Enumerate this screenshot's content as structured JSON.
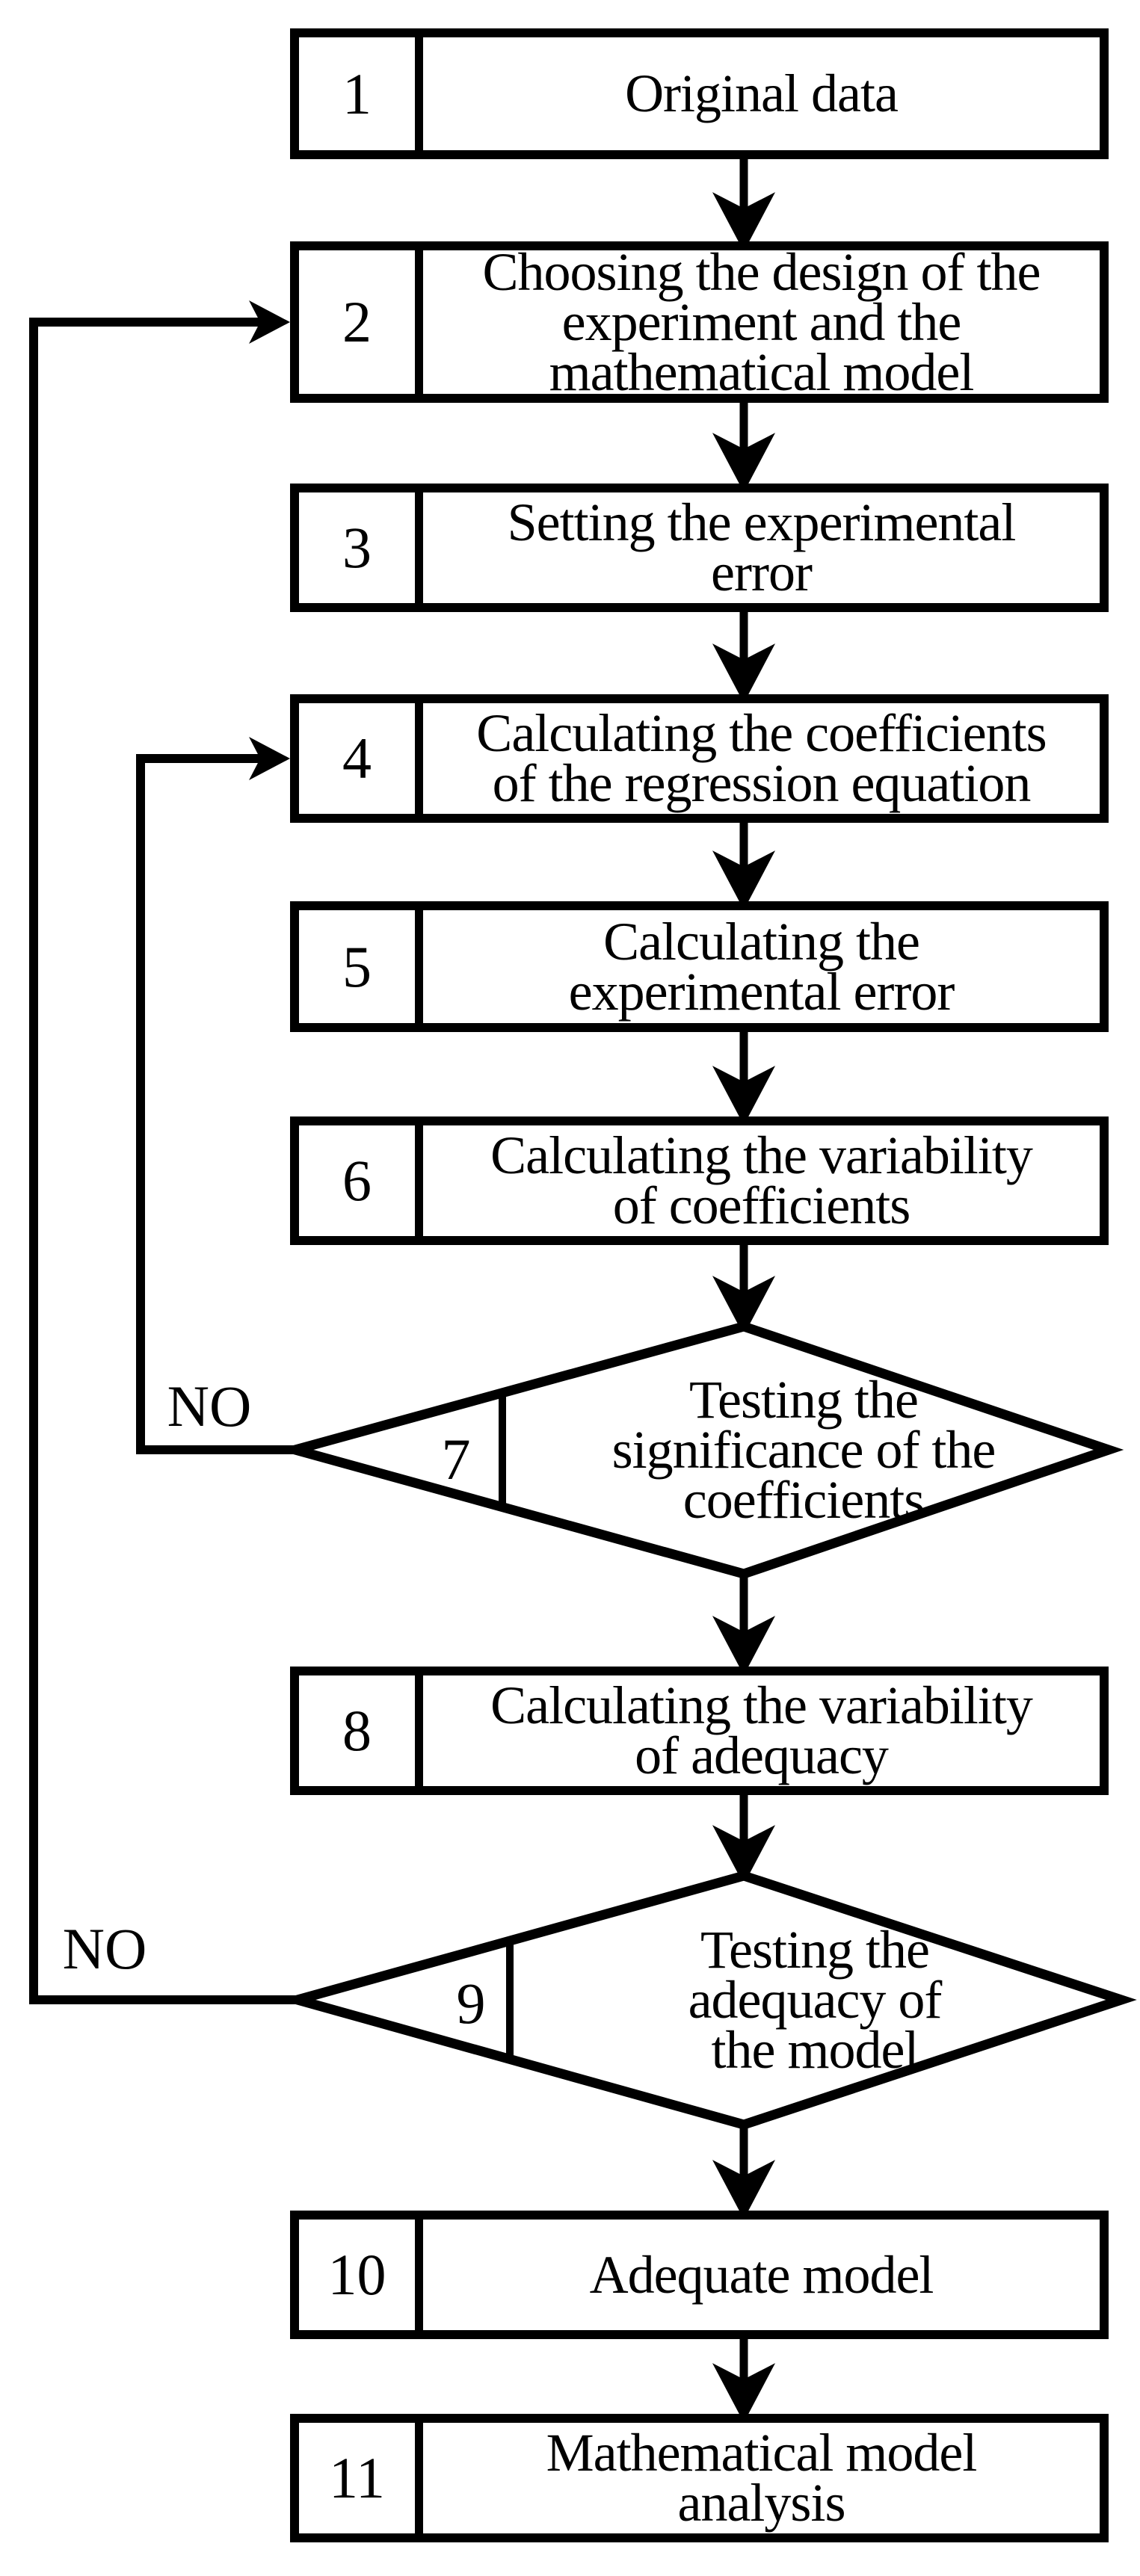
{
  "figure": {
    "type": "flowchart",
    "background_color": "#ffffff",
    "stroke_color": "#000000",
    "no_label": "NO",
    "nodes": [
      {
        "id": "1",
        "shape": "process",
        "label": "Original data"
      },
      {
        "id": "2",
        "shape": "process",
        "label": "Choosing the design of the\nexperiment and the\nmathematical model"
      },
      {
        "id": "3",
        "shape": "process",
        "label": "Setting the experimental\nerror"
      },
      {
        "id": "4",
        "shape": "process",
        "label": "Calculating the coefficients\nof the regression equation"
      },
      {
        "id": "5",
        "shape": "process",
        "label": "Calculating the\nexperimental error"
      },
      {
        "id": "6",
        "shape": "process",
        "label": "Calculating the variability\nof coefficients"
      },
      {
        "id": "7",
        "shape": "decision",
        "label": "Testing the\nsignificance of the\ncoefficients"
      },
      {
        "id": "8",
        "shape": "process",
        "label": "Calculating the variability\nof adequacy"
      },
      {
        "id": "9",
        "shape": "decision",
        "label": "Testing the\nadequacy of\nthe model"
      },
      {
        "id": "10",
        "shape": "process",
        "label": "Adequate model"
      },
      {
        "id": "11",
        "shape": "process",
        "label": "Mathematical model\nanalysis"
      }
    ],
    "edges": [
      {
        "from": "1",
        "to": "2"
      },
      {
        "from": "2",
        "to": "3"
      },
      {
        "from": "3",
        "to": "4"
      },
      {
        "from": "4",
        "to": "5"
      },
      {
        "from": "5",
        "to": "6"
      },
      {
        "from": "6",
        "to": "7"
      },
      {
        "from": "7",
        "to": "8"
      },
      {
        "from": "7",
        "to": "4",
        "label": "NO"
      },
      {
        "from": "8",
        "to": "9"
      },
      {
        "from": "9",
        "to": "10"
      },
      {
        "from": "9",
        "to": "2",
        "label": "NO"
      },
      {
        "from": "10",
        "to": "11"
      }
    ]
  }
}
